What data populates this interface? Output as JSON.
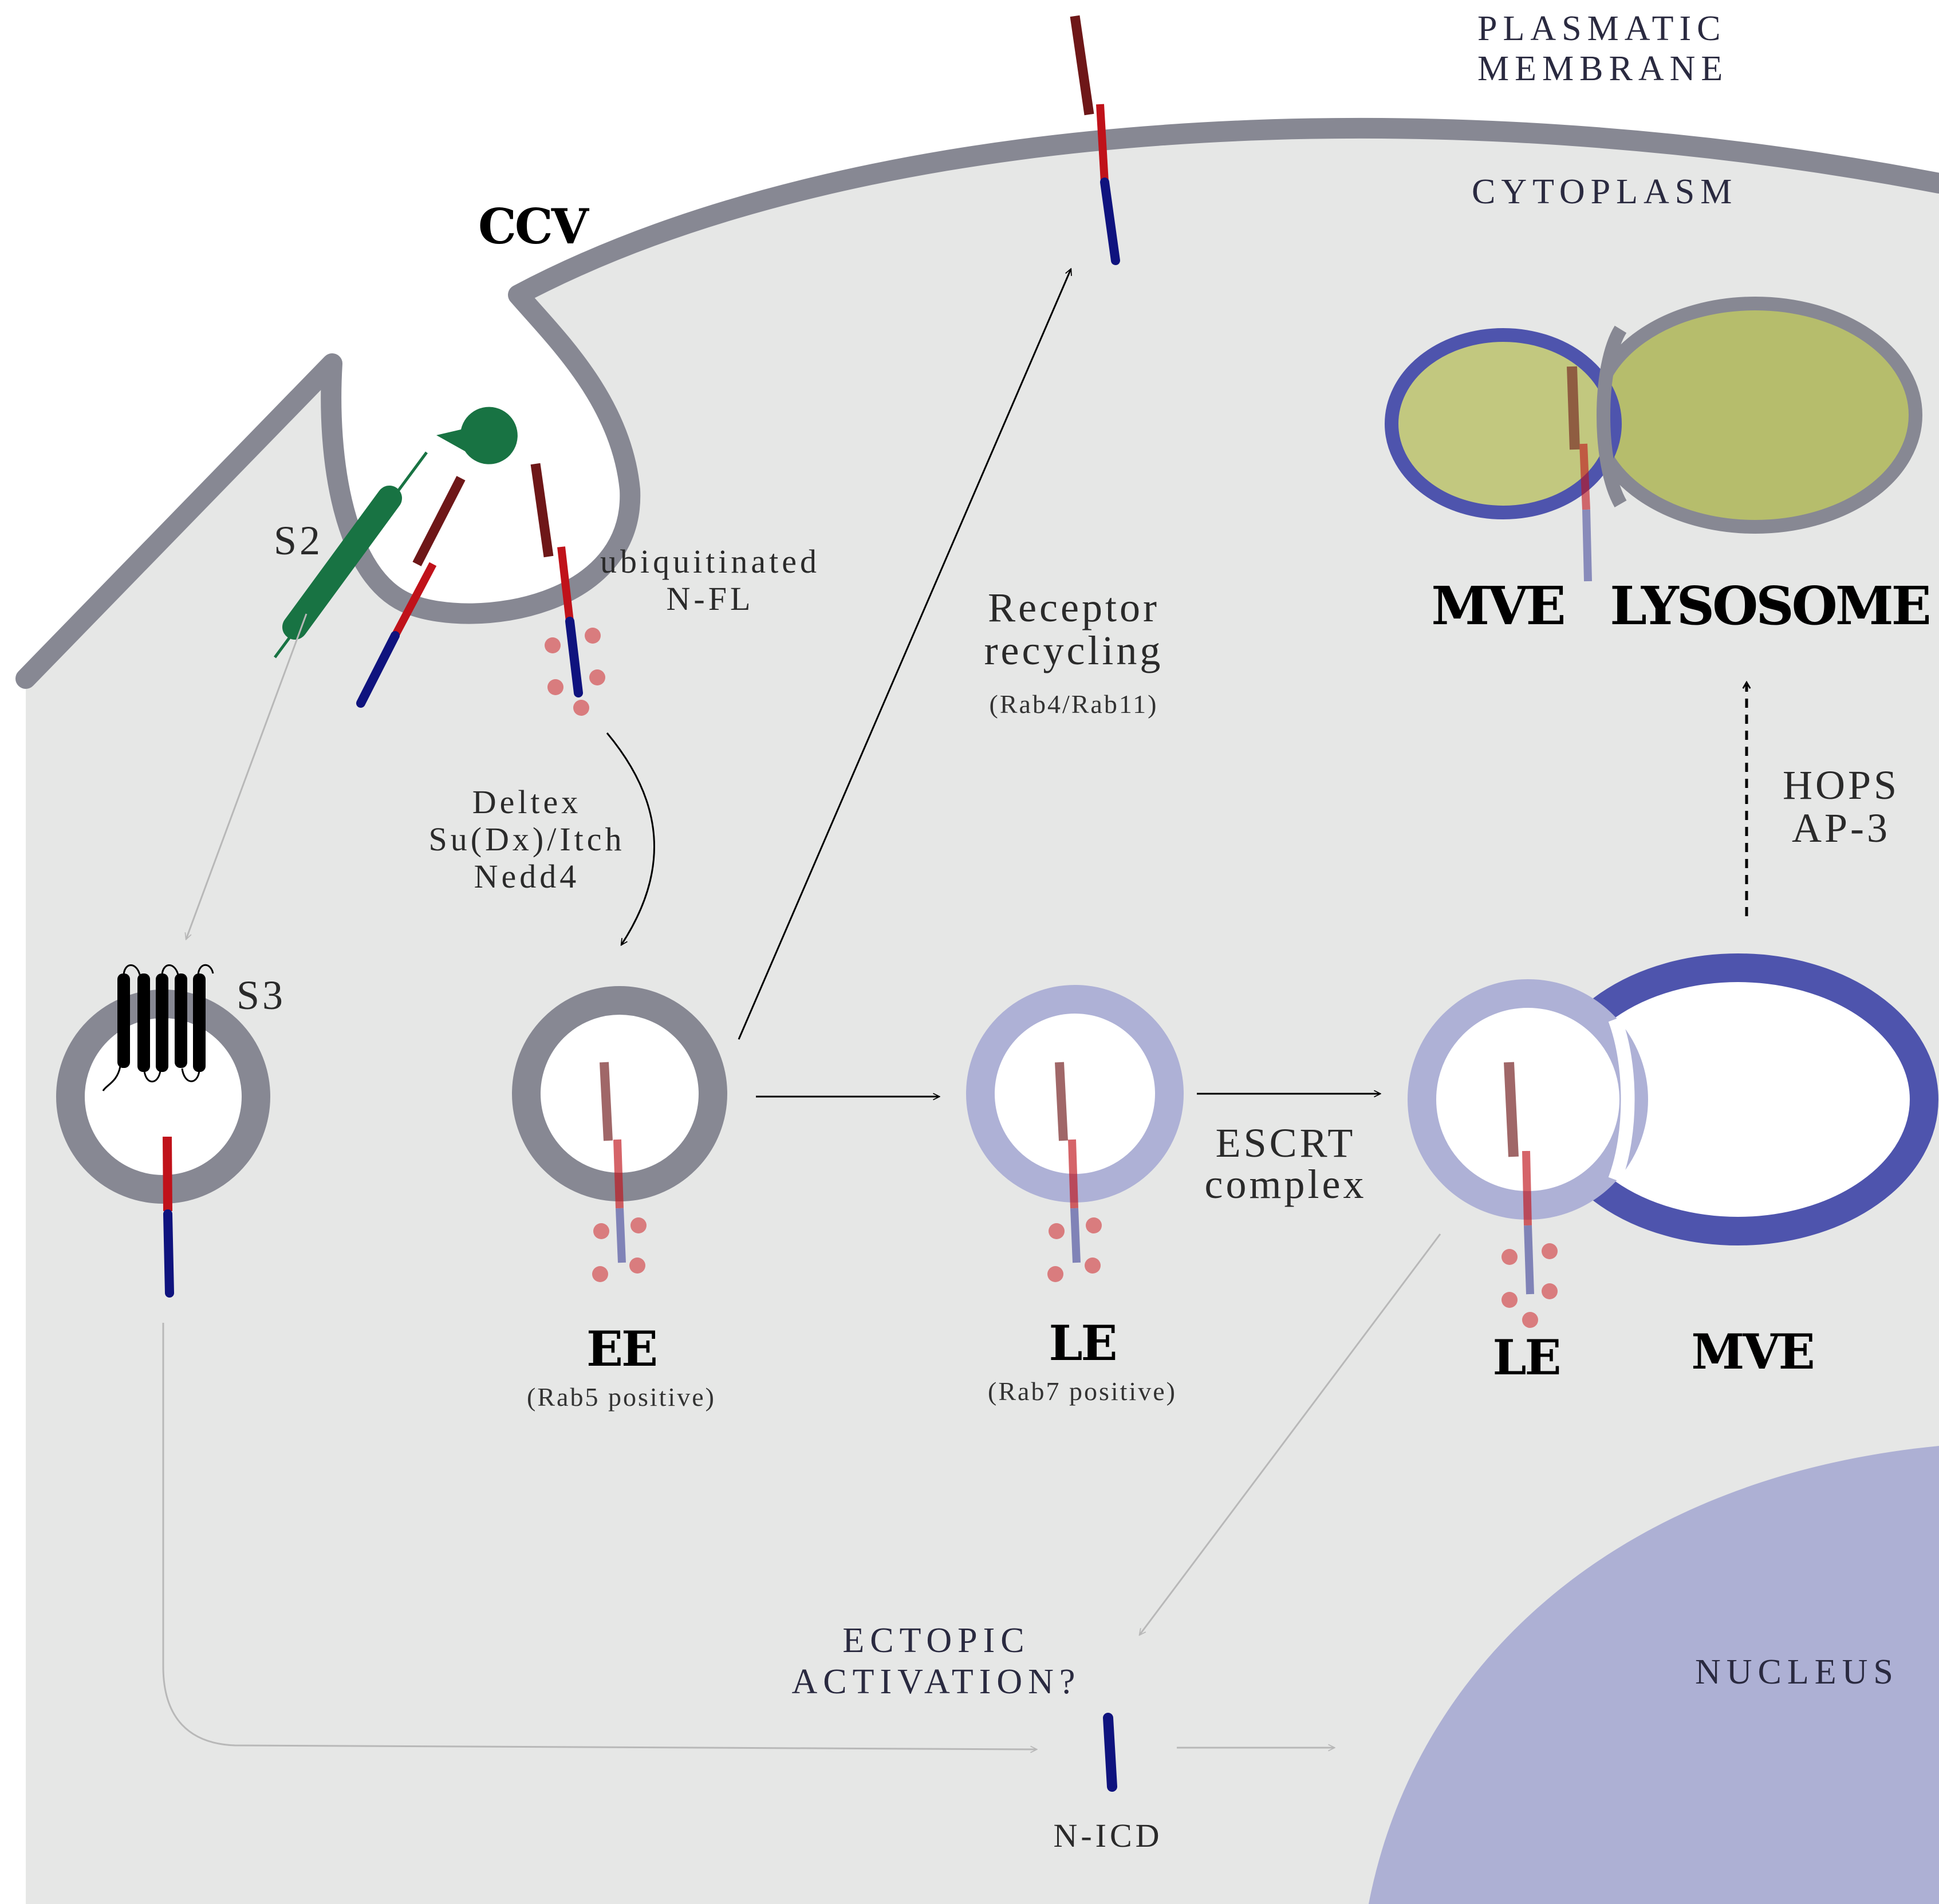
{
  "compartments": {
    "plasma_membrane": "PLASMATIC\nMEMBRANE",
    "cytoplasm": "CYTOPLASM",
    "nucleus": "NUCLEUS"
  },
  "vesicles": {
    "ccv": "CCV",
    "ee": "EE",
    "ee_note": "(Rab5 positive)",
    "le_1": "LE",
    "le_1_note": "(Rab7 positive)",
    "le_2": "LE",
    "mve_bottom": "MVE",
    "mve_top": "MVE",
    "lysosome": "LYSOSOME"
  },
  "labels": {
    "s2": "S2",
    "s3": "S3",
    "ubiquitinated": "ubiquitinated\nN-FL",
    "ligases": "Deltex\nSu(Dx)/Itch\nNedd4",
    "receptor_recycling": "Receptor\nrecycling",
    "recycling_note": "(Rab4/Rab11)",
    "escrt": "ESCRT\ncomplex",
    "hops": "HOPS\nAP-3",
    "ectopic": "ECTOPIC\nACTIVATION?",
    "nicd": "N-ICD"
  },
  "colors": {
    "cytoplasm": "#e6e7e6",
    "membrane": "#878893",
    "nucleus": "#adb0d4",
    "le_ring": "#aeb1d6",
    "mve_ring": "#4e54ad",
    "lysosome_fill": "#b6bd6c",
    "notch_ecd": "#6e1718",
    "notch_tm": "#c0121a",
    "notch_icd": "#0f137e",
    "ubiquitin": "#d97c7e",
    "adam_protease": "#187343",
    "gamma_secretase": "#000000"
  }
}
